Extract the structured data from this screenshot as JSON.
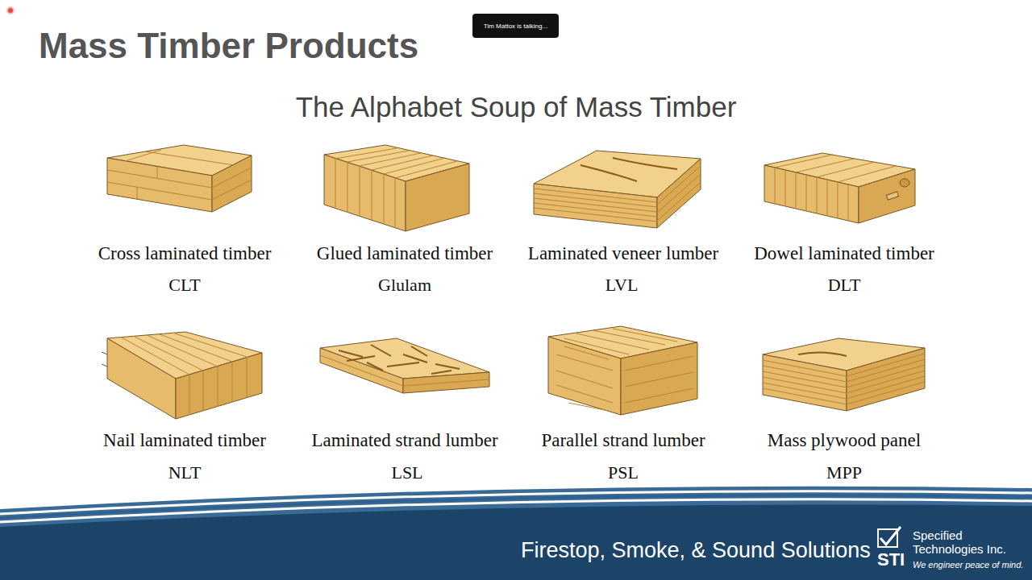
{
  "diagram": {
    "title": "Mass Timber Products",
    "nodes": [
      {
        "text": [
          "Tim Mattox is talking..."
        ]
      },
      {
        "text": [
          "Firestop, Smoke, & Sound Solutions",
          "STI",
          "Specified Technologies Inc.",
          "We engineer peace of mind."
        ]
      }
    ],
    "labels": [
      "The Alphabet Soup of Mass Timber",
      "Cross laminated timber",
      "CLT",
      "Glued laminated timber",
      "Glulam",
      "Laminated veneer lumber",
      "LVL",
      "Dowel laminated timber",
      "DLT",
      "Nail laminated timber",
      "NLT",
      "Laminated strand lumber",
      "LSL",
      "Parallel strand lumber",
      "PSL",
      "Mass plywood panel",
      "MPP"
    ]
  }
}
